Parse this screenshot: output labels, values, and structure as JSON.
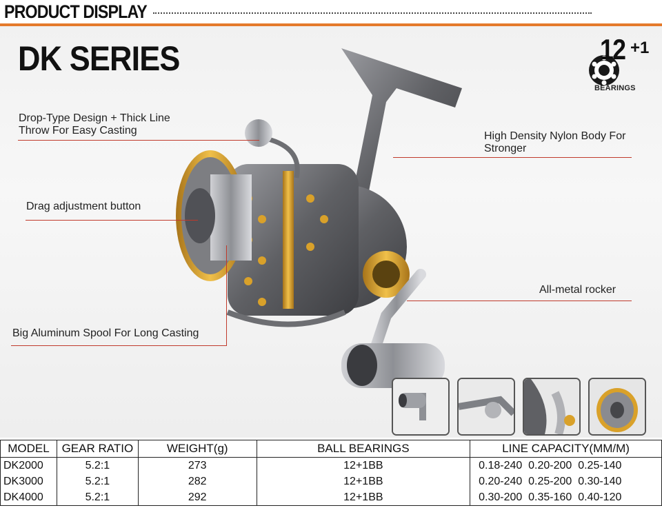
{
  "header": {
    "title": "PRODUCT DISPLAY"
  },
  "panel": {
    "series_title": "DK SERIES",
    "bearing_badge": {
      "number": "12",
      "plus": "+1",
      "label": "BEARINGS"
    }
  },
  "callouts": {
    "drop_type": [
      "Drop-Type Design + Thick Line",
      "Throw For Easy Casting"
    ],
    "drag": "Drag adjustment button",
    "spool": "Big Aluminum Spool For Long Casting",
    "nylon": [
      "High Density Nylon Body For",
      "Stronger"
    ],
    "rocker": "All-metal rocker"
  },
  "specs": {
    "headers": [
      "MODEL",
      "GEAR RATIO",
      "WEIGHT(g)",
      "BALL BEARINGS",
      "LINE CAPACITY(MM/M)"
    ],
    "rows": [
      [
        "DK2000",
        "5.2:1",
        "273",
        "12+1BB",
        "0.18-240  0.20-200  0.25-140"
      ],
      [
        "DK3000",
        "5.2:1",
        "282",
        "12+1BB",
        "0.20-240  0.25-200  0.30-140"
      ],
      [
        "DK4000",
        "5.2:1",
        "292",
        "12+1BB",
        "0.30-200  0.35-160  0.40-120"
      ]
    ]
  },
  "colors": {
    "accent_orange": "#e47a2b",
    "callout_line": "#c0392b",
    "reel_gold": "#d9a12a",
    "reel_gray": "#6d6e72"
  }
}
